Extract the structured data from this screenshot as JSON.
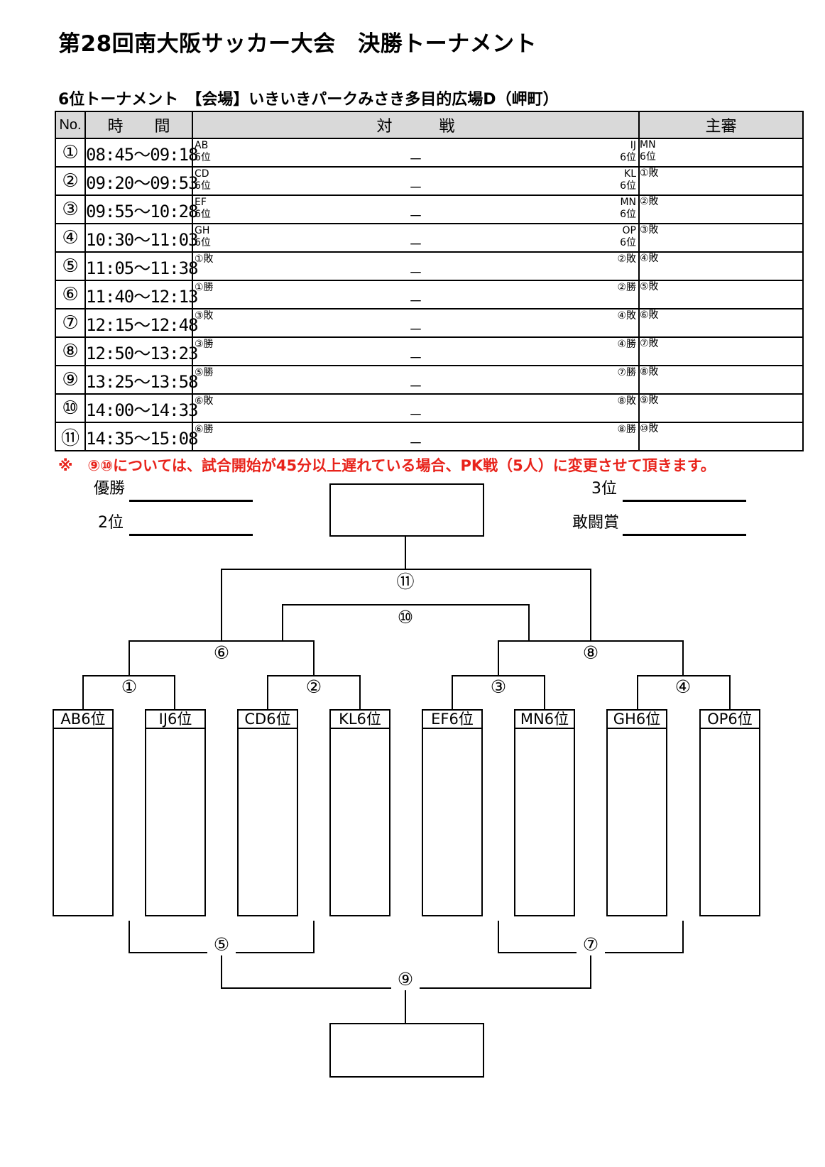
{
  "title": "第28回南大阪サッカー大会　決勝トーナメント",
  "subtitle": "6位トーナメント　【会場】いきいきパークみさき多目的広場D（岬町）",
  "table": {
    "headers": {
      "no": "No.",
      "time": "時　　間",
      "match": "対　　　戦",
      "referee": "主審"
    },
    "rows": [
      {
        "no": "①",
        "time": "08:45～09:18",
        "left": [
          "AB",
          "6位"
        ],
        "dash": "－",
        "right": [
          "IJ",
          "6位"
        ],
        "ref": [
          "MN",
          "6位"
        ]
      },
      {
        "no": "②",
        "time": "09:20～09:53",
        "left": [
          "CD",
          "6位"
        ],
        "dash": "－",
        "right": [
          "KL",
          "6位"
        ],
        "ref": [
          "①敗"
        ]
      },
      {
        "no": "③",
        "time": "09:55～10:28",
        "left": [
          "EF",
          "6位"
        ],
        "dash": "－",
        "right": [
          "MN",
          "6位"
        ],
        "ref": [
          "②敗"
        ]
      },
      {
        "no": "④",
        "time": "10:30～11:03",
        "left": [
          "GH",
          "6位"
        ],
        "dash": "－",
        "right": [
          "OP",
          "6位"
        ],
        "ref": [
          "③敗"
        ]
      },
      {
        "no": "⑤",
        "time": "11:05～11:38",
        "left": [
          "①敗"
        ],
        "dash": "－",
        "right": [
          "②敗"
        ],
        "ref": [
          "④敗"
        ]
      },
      {
        "no": "⑥",
        "time": "11:40～12:13",
        "left": [
          "①勝"
        ],
        "dash": "－",
        "right": [
          "②勝"
        ],
        "ref": [
          "⑤敗"
        ]
      },
      {
        "no": "⑦",
        "time": "12:15～12:48",
        "left": [
          "③敗"
        ],
        "dash": "－",
        "right": [
          "④敗"
        ],
        "ref": [
          "⑥敗"
        ]
      },
      {
        "no": "⑧",
        "time": "12:50～13:23",
        "left": [
          "③勝"
        ],
        "dash": "－",
        "right": [
          "④勝"
        ],
        "ref": [
          "⑦敗"
        ]
      },
      {
        "no": "⑨",
        "time": "13:25～13:58",
        "left": [
          "⑤勝"
        ],
        "dash": "－",
        "right": [
          "⑦勝"
        ],
        "ref": [
          "⑧敗"
        ]
      },
      {
        "no": "⑩",
        "time": "14:00～14:33",
        "left": [
          "⑥敗"
        ],
        "dash": "－",
        "right": [
          "⑧敗"
        ],
        "ref": [
          "⑨敗"
        ]
      },
      {
        "no": "⑪",
        "time": "14:35～15:08",
        "left": [
          "⑥勝"
        ],
        "dash": "－",
        "right": [
          "⑧勝"
        ],
        "ref": [
          "⑩敗"
        ]
      }
    ]
  },
  "note": "※　⑨⑩については、試合開始が45分以上遅れている場合、PK戦（5人）に変更させて頂きます。",
  "note_color": "#e8231b",
  "results": {
    "winner": "優勝",
    "second": "2位",
    "third": "3位",
    "fighting_spirit": "敢闘賞"
  },
  "teams": [
    "AB6位",
    "IJ6位",
    "CD6位",
    "KL6位",
    "EF6位",
    "MN6位",
    "GH6位",
    "OP6位"
  ],
  "bracket_numbers": {
    "m1": "①",
    "m2": "②",
    "m3": "③",
    "m4": "④",
    "m5": "⑤",
    "m6": "⑥",
    "m7": "⑦",
    "m8": "⑧",
    "m9": "⑨",
    "m10": "⑩",
    "m11": "⑪"
  }
}
